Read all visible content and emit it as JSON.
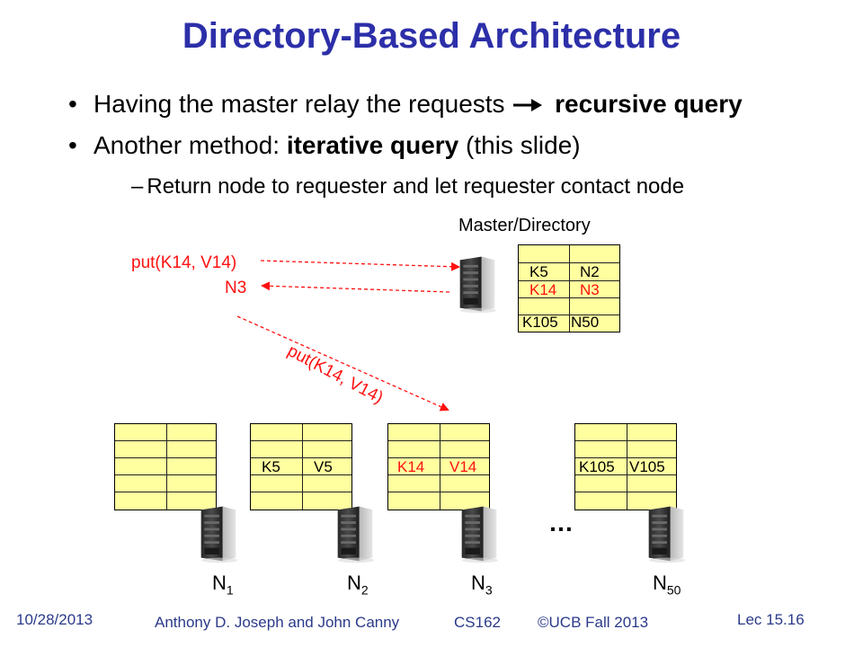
{
  "title": "Directory-Based Architecture",
  "bullets": {
    "b1_text": "Having the master relay the requests ",
    "b1_bold": "recursive query",
    "b2_text": "Another method: ",
    "b2_bold": "iterative query",
    "b2_tail": " (this slide)",
    "sub1": "Return node to requester and let requester contact node",
    "bullet_char": "•",
    "dash_char": "–",
    "arrow_char": "→"
  },
  "diagram": {
    "master_label": "Master/Directory",
    "put_request": "put(K14, V14)",
    "reply": "N3",
    "put_to_node": "put(K14, V14)",
    "directory": {
      "row1": [
        "K5",
        "N2"
      ],
      "row2": [
        "K14",
        "N3"
      ],
      "row4": [
        "K105",
        "N50"
      ]
    },
    "nodes": [
      {
        "name": "N",
        "sub": "1",
        "key": "",
        "value": ""
      },
      {
        "name": "N",
        "sub": "2",
        "key": "K5",
        "value": "V5"
      },
      {
        "name": "N",
        "sub": "3",
        "key": "K14",
        "value": "V14"
      },
      {
        "name": "N",
        "sub": "50",
        "key": "K105",
        "value": "V105"
      }
    ],
    "ellipsis": "…"
  },
  "footer": {
    "date": "10/28/2013",
    "authors": "Anthony D. Joseph and John Canny",
    "course": "CS162",
    "copyright": "©UCB Fall 2013",
    "lecture": "Lec 15.16"
  },
  "colors": {
    "title": "#2c2fa8",
    "red": "#ff1010",
    "table_fill": "#ffffa0",
    "footer": "#2b3a8a"
  }
}
